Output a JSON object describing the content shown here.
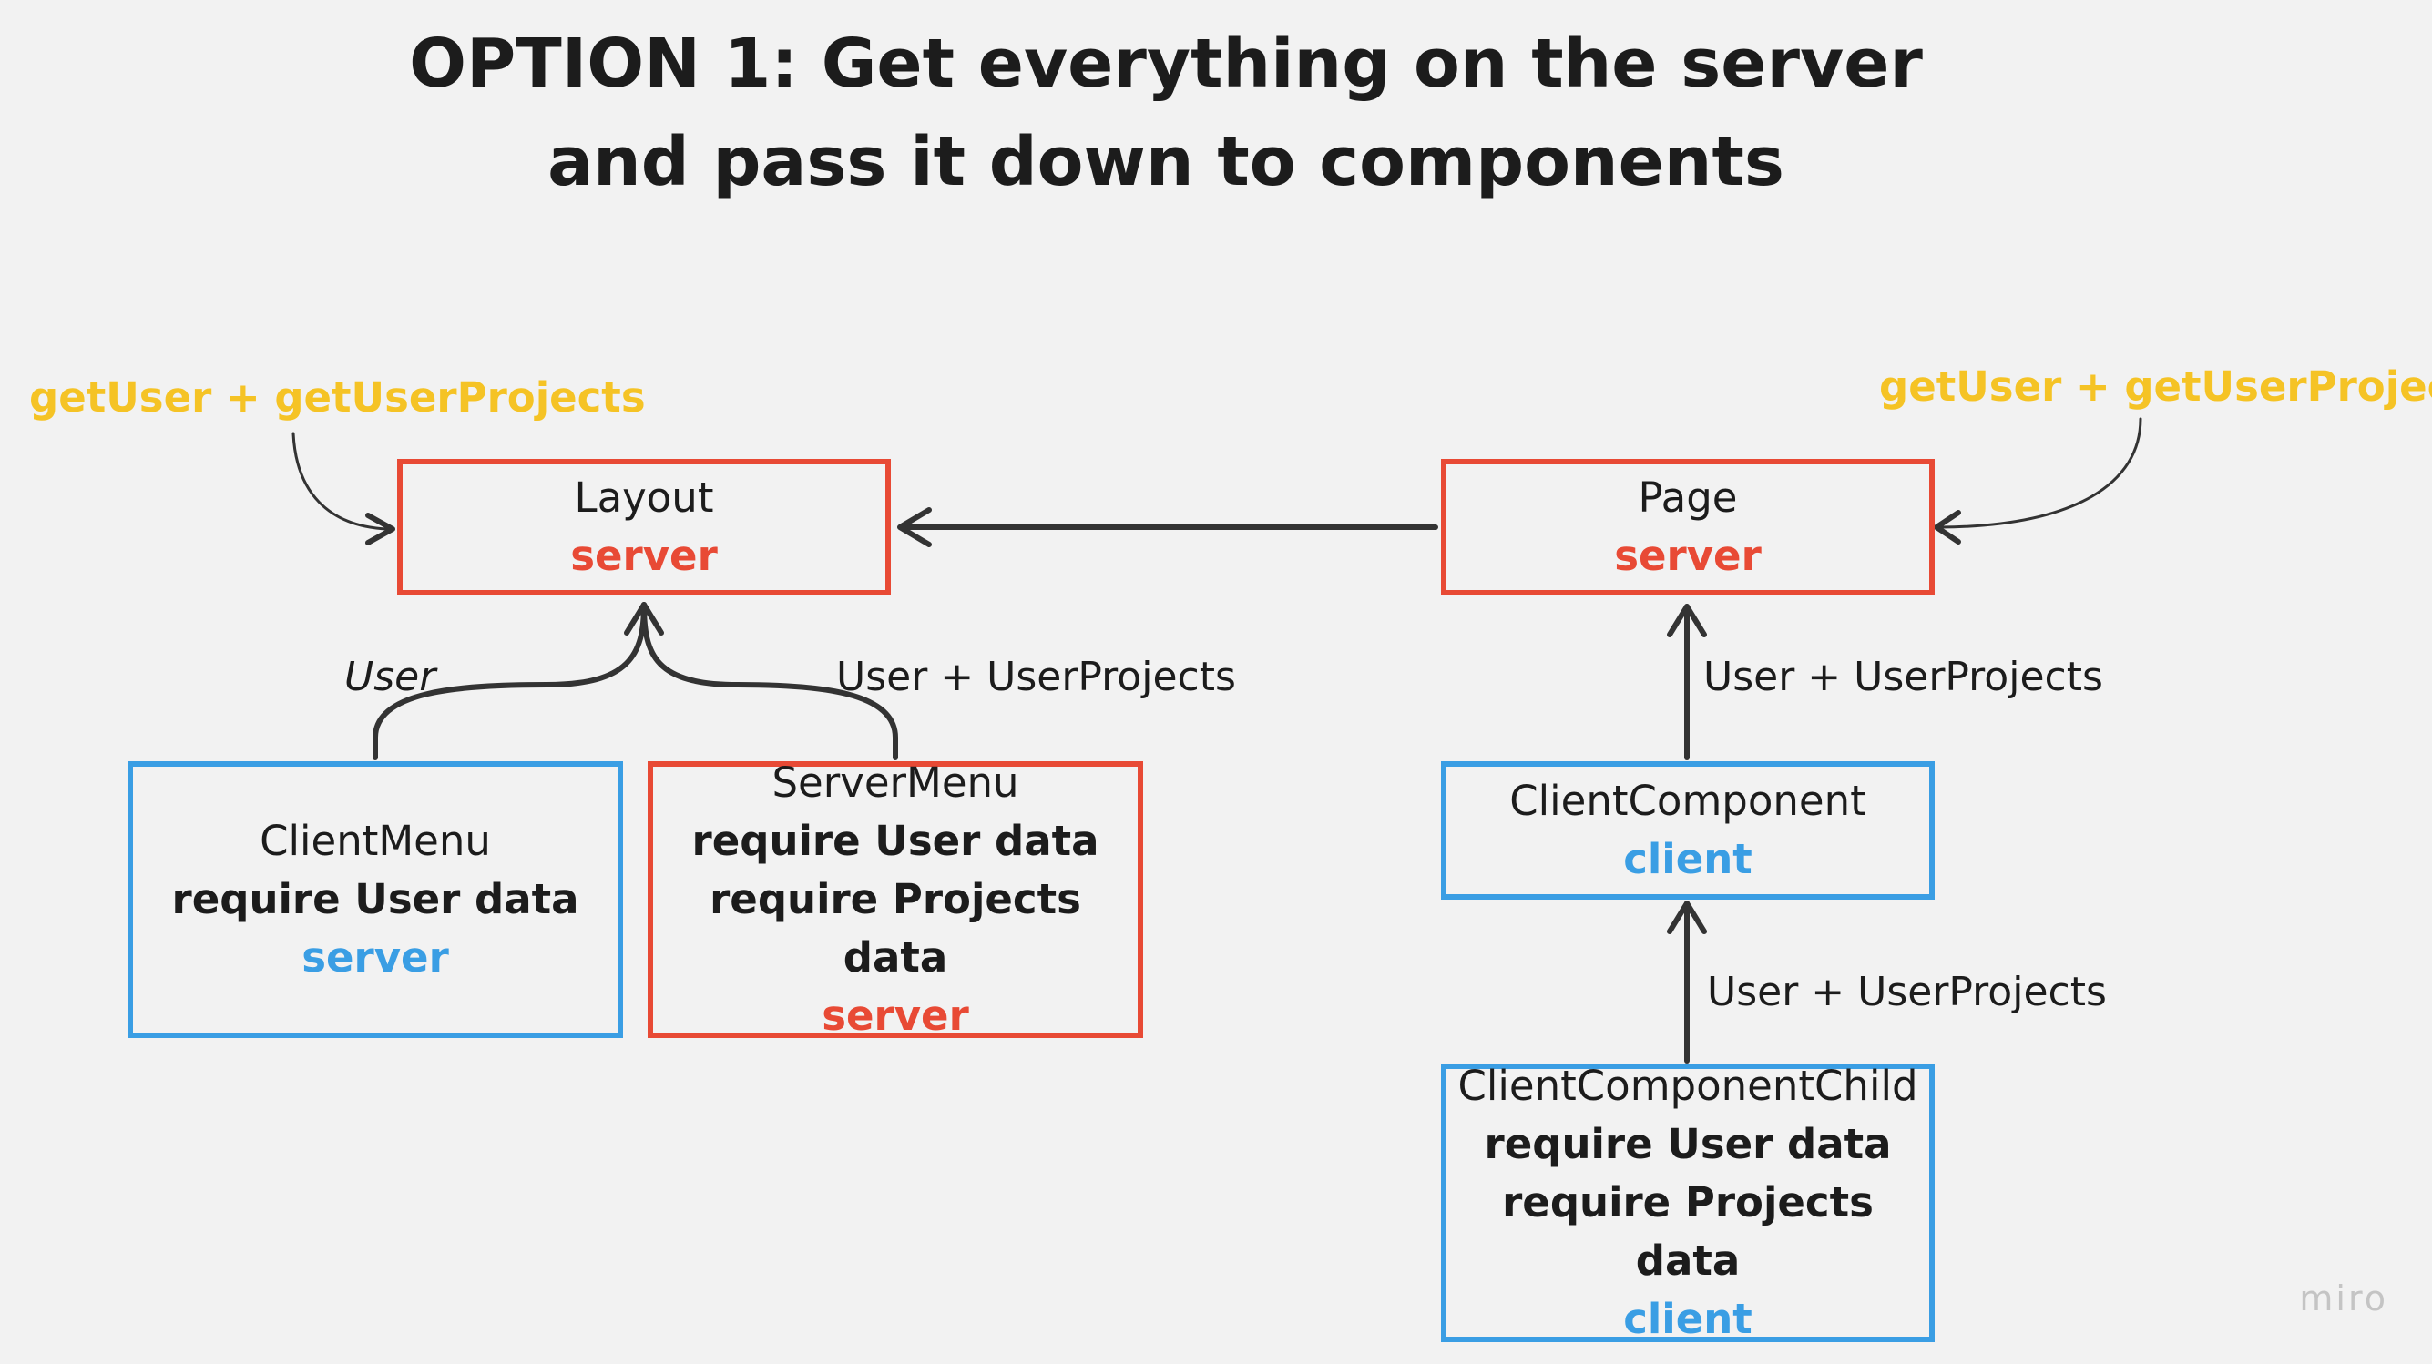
{
  "title": {
    "line1": "OPTION 1: Get everything on the server",
    "line2": "and pass it down to components"
  },
  "fetch_labels": {
    "left": "getUser + getUserProjects",
    "right": "getUser + getUserProjects"
  },
  "nodes": {
    "layout": {
      "name": "Layout",
      "kind": "server"
    },
    "page": {
      "name": "Page",
      "kind": "server"
    },
    "client_menu": {
      "name": "ClientMenu",
      "req_user": "require User data",
      "kind": "server"
    },
    "server_menu": {
      "name": "ServerMenu",
      "req_user": "require User data",
      "req_projects": "require Projects data",
      "kind": "server"
    },
    "client_component": {
      "name": "ClientComponent",
      "kind": "client"
    },
    "client_component_child": {
      "name": "ClientComponentChild",
      "req_user": "require User data",
      "req_projects": "require Projects data",
      "kind": "client"
    }
  },
  "edge_labels": {
    "client_menu_to_layout": "User",
    "server_menu_to_layout": "User + UserProjects",
    "client_component_to_page": "User + UserProjects",
    "child_to_client_component": "User + UserProjects"
  },
  "colors": {
    "server": "#e84a35",
    "client": "#3a9ee4",
    "fetch": "#f5c325",
    "text": "#1c1c1c",
    "background": "#f2f2f2"
  },
  "watermark": "miro"
}
